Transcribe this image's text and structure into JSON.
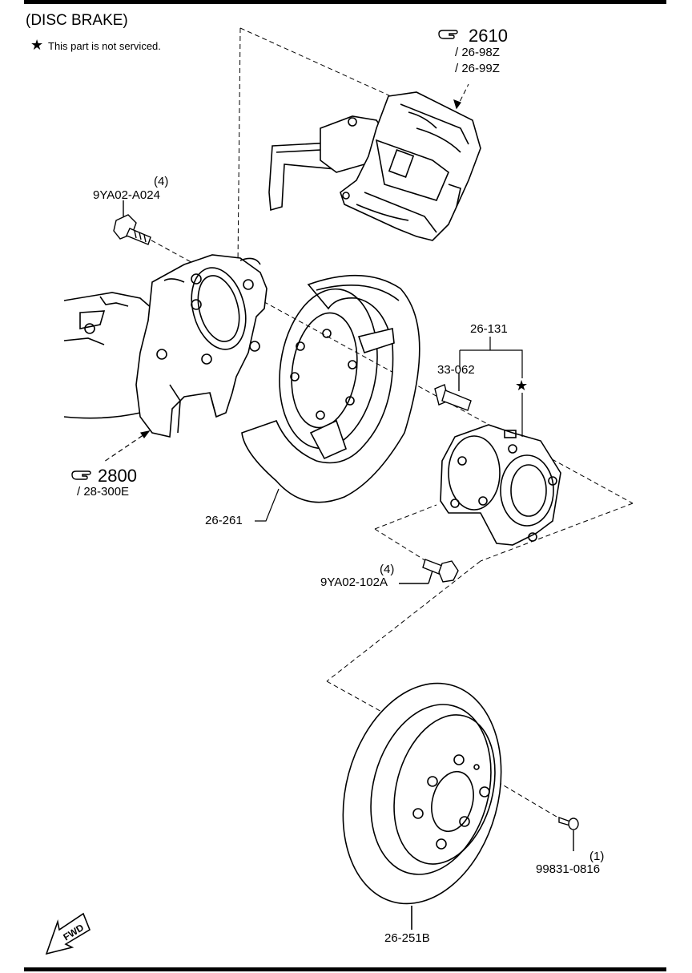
{
  "header": {
    "title": "(DISC BRAKE)",
    "note": "This part is not serviced.",
    "note_icon": "star-icon"
  },
  "callouts": {
    "caliper": {
      "ref": "2610",
      "subrefs": [
        "/ 26-98Z",
        "/ 26-99Z"
      ],
      "icon": "pointing-hand-icon"
    },
    "knuckle": {
      "ref": "2800",
      "subrefs": [
        "/ 28-300E"
      ],
      "icon": "pointing-hand-icon"
    }
  },
  "parts": {
    "bolt_upper": {
      "qty": "(4)",
      "number": "9YA02-A024"
    },
    "hub_group": "26-131",
    "hub_bolt": "33-062",
    "dust_shield": "26-261",
    "bolt_lower": {
      "qty": "(4)",
      "number": "9YA02-102A"
    },
    "screw": {
      "qty": "(1)",
      "number": "99831-0816"
    },
    "rotor": "26-251B"
  },
  "fwd_label": "FWD"
}
